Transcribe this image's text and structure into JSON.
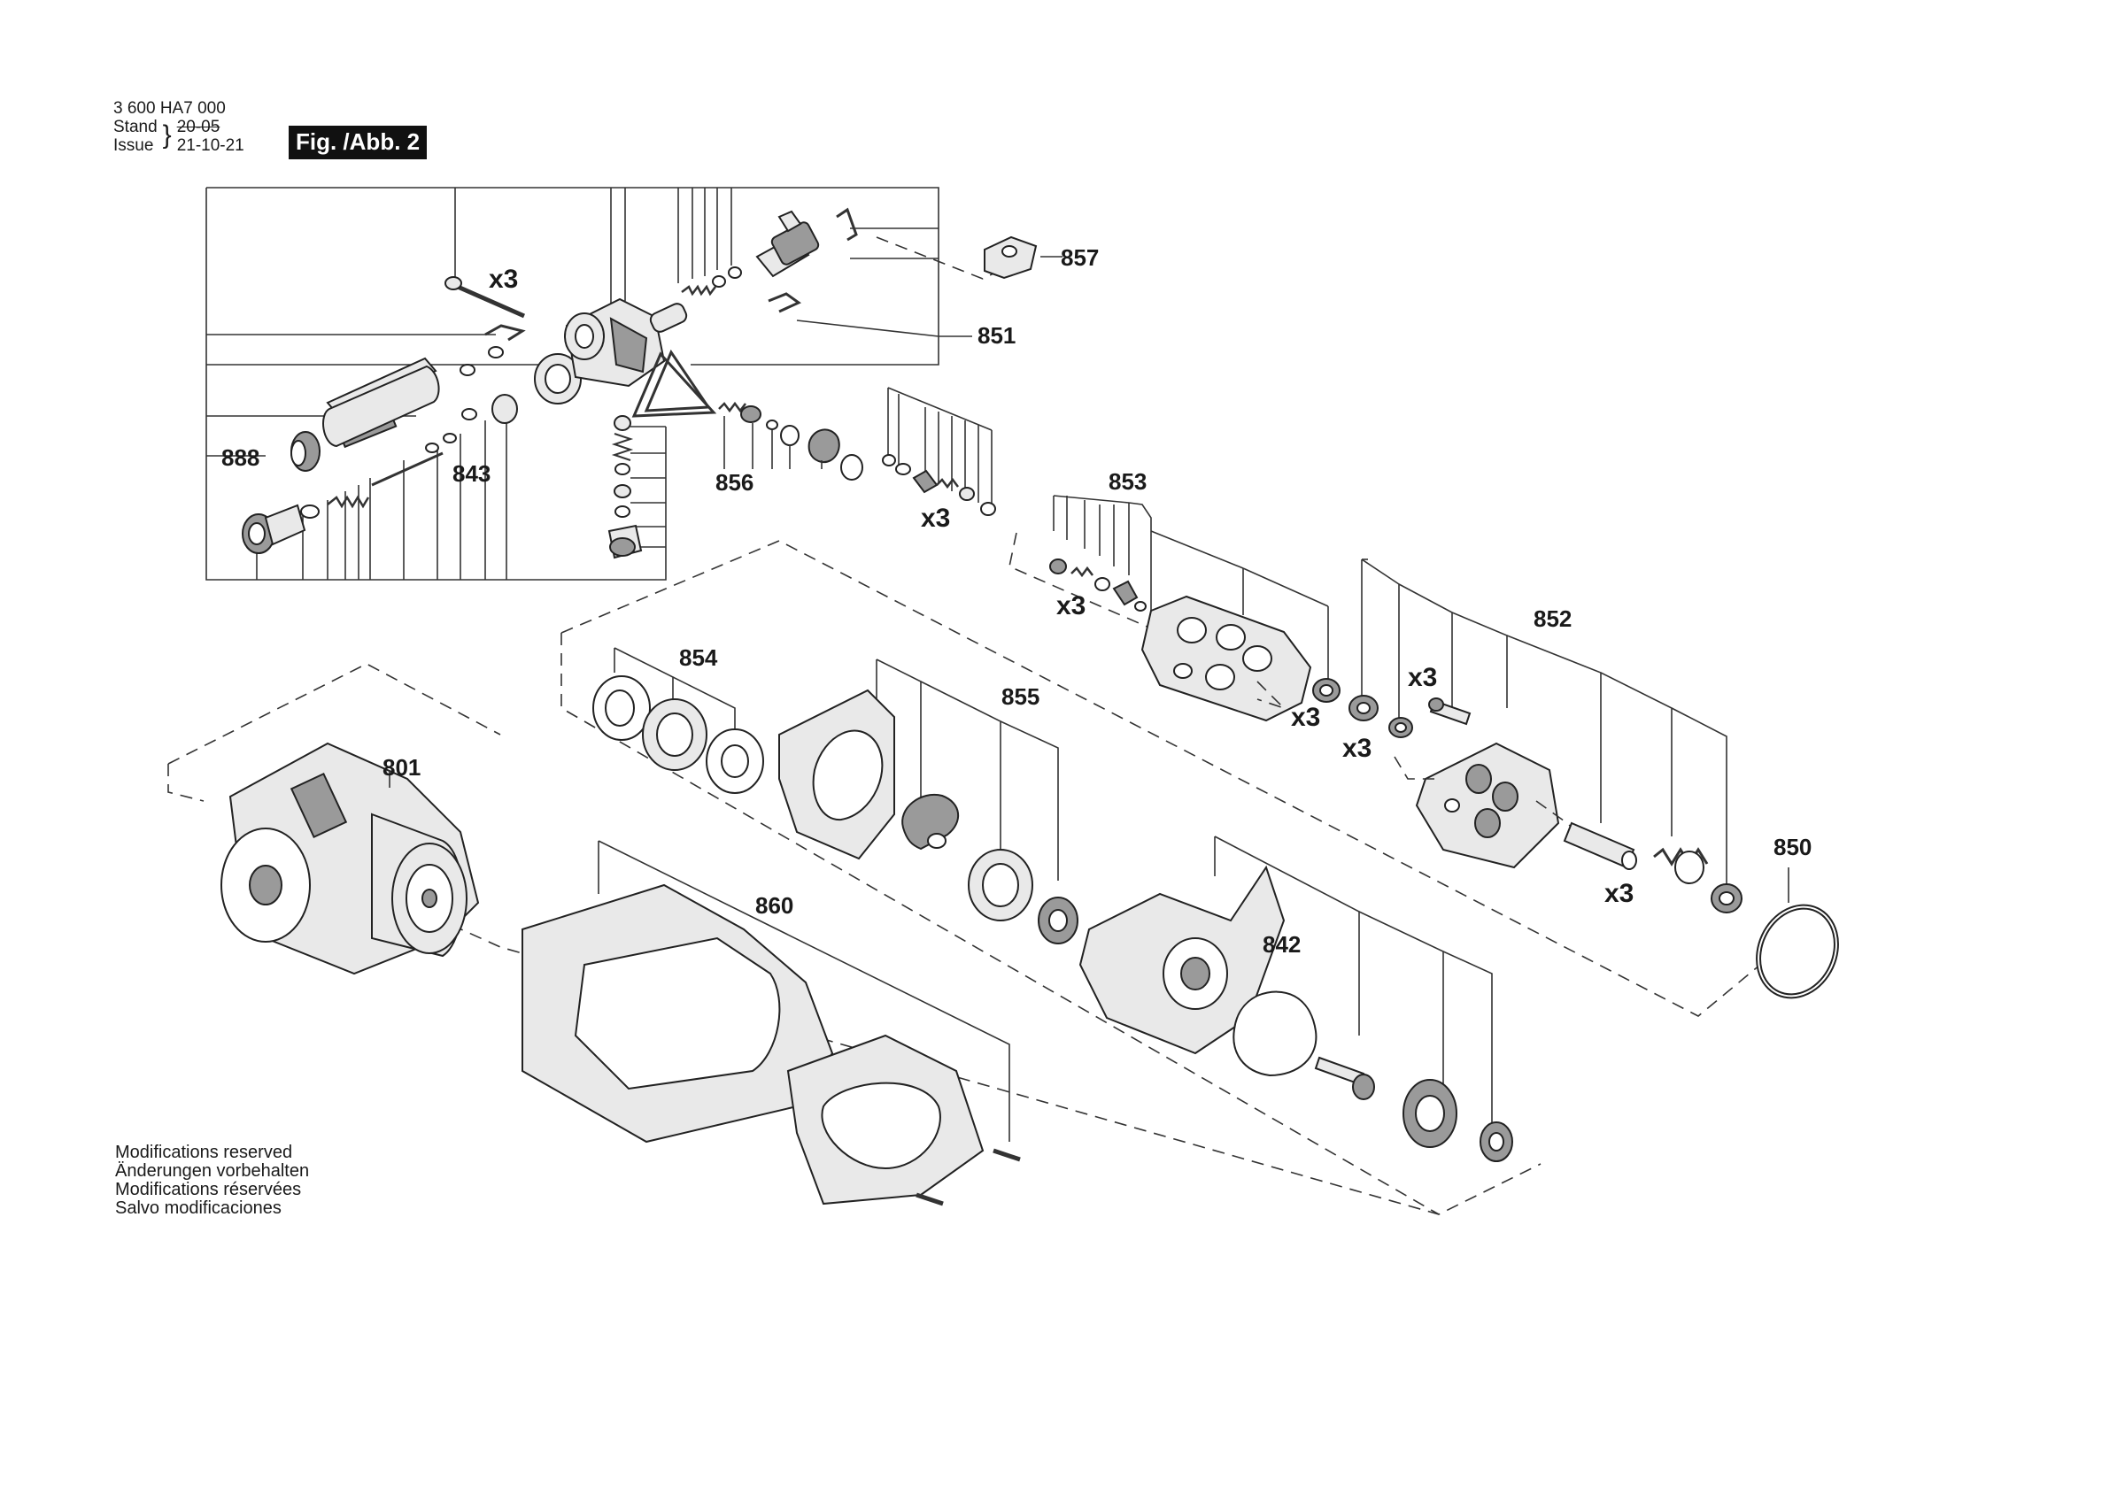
{
  "header": {
    "part_number": "3 600 HA7 000",
    "stand_label": "Stand",
    "issue_label": "Issue",
    "old_date": "20-05",
    "issue_date": "21-10-21",
    "figure_label": "Fig. /Abb. 2"
  },
  "notes": [
    "Modifications reserved",
    "Änderungen vorbehalten",
    "Modifications réservées",
    "Salvo modificaciones"
  ],
  "callouts": {
    "c801": "801",
    "c842": "842",
    "c843": "843",
    "c850": "850",
    "c851": "851",
    "c852": "852",
    "c853": "853",
    "c854": "854",
    "c855": "855",
    "c856": "856",
    "c857": "857",
    "c860": "860",
    "c888": "888"
  },
  "multipliers": {
    "bolt_top": "x3",
    "valves_853_a": "x3",
    "valves_853_b": "x3",
    "seals_a": "x3",
    "seals_b": "x3",
    "screws_852": "x3",
    "springs_852": "x3"
  }
}
